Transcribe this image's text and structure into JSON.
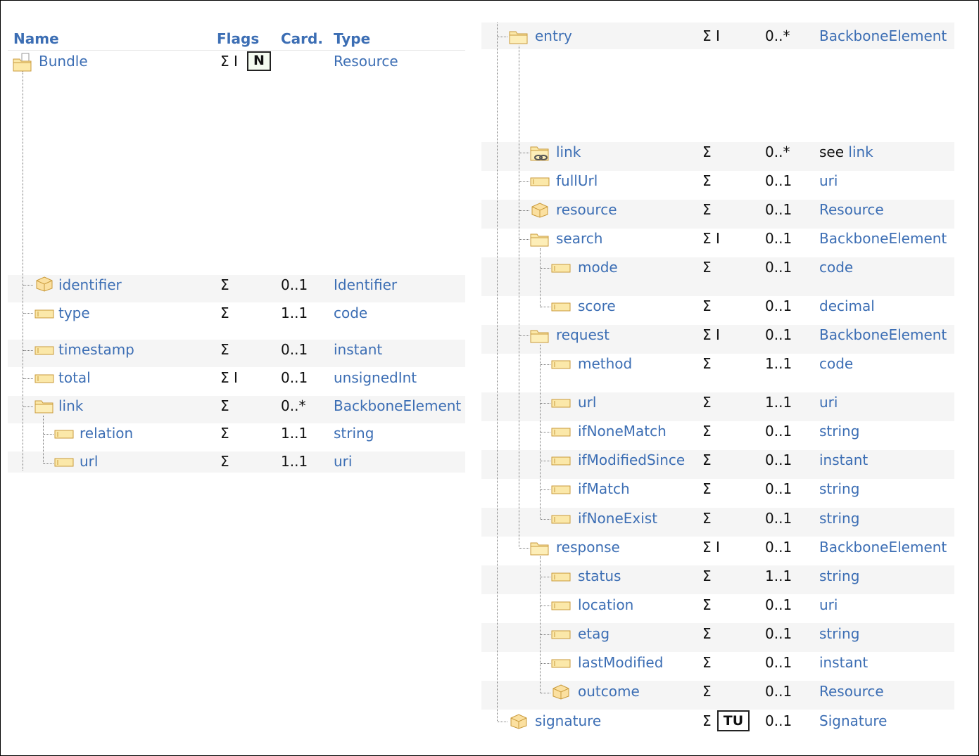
{
  "headers": {
    "name": "Name",
    "flags": "Flags",
    "card": "Card.",
    "type": "Type"
  },
  "left_rows": [
    {
      "name": "Bundle",
      "flags": "Σ I",
      "badge": "N",
      "card": "",
      "type": "Resource",
      "icon": "resource-folder-icon"
    },
    {
      "name": "identifier",
      "flags": "Σ",
      "card": "0..1",
      "type": "Identifier",
      "icon": "datatype-cube-icon"
    },
    {
      "name": "type",
      "flags": "Σ",
      "card": "1..1",
      "type": "code",
      "icon": "primitive-element-icon"
    },
    {
      "name": "timestamp",
      "flags": "Σ",
      "card": "0..1",
      "type": "instant",
      "icon": "primitive-element-icon"
    },
    {
      "name": "total",
      "flags": "Σ I",
      "card": "0..1",
      "type": "unsignedInt",
      "icon": "primitive-element-icon"
    },
    {
      "name": "link",
      "flags": "Σ",
      "card": "0..*",
      "type": "BackboneElement",
      "icon": "folder-icon"
    },
    {
      "name": "relation",
      "flags": "Σ",
      "card": "1..1",
      "type": "string",
      "icon": "primitive-element-icon"
    },
    {
      "name": "url",
      "flags": "Σ",
      "card": "1..1",
      "type": "uri",
      "icon": "primitive-element-icon"
    }
  ],
  "right_rows": [
    {
      "name": "entry",
      "flags": "Σ I",
      "card": "0..*",
      "type": "BackboneElement",
      "icon": "folder-icon"
    },
    {
      "name": "link",
      "flags": "Σ",
      "card": "0..*",
      "type_prefix": "see ",
      "type": "link",
      "icon": "reference-folder-icon"
    },
    {
      "name": "fullUrl",
      "flags": "Σ",
      "card": "0..1",
      "type": "uri",
      "icon": "primitive-element-icon"
    },
    {
      "name": "resource",
      "flags": "Σ",
      "card": "0..1",
      "type": "Resource",
      "icon": "datatype-cube-icon"
    },
    {
      "name": "search",
      "flags": "Σ I",
      "card": "0..1",
      "type": "BackboneElement",
      "icon": "folder-icon"
    },
    {
      "name": "mode",
      "flags": "Σ",
      "card": "0..1",
      "type": "code",
      "icon": "primitive-element-icon"
    },
    {
      "name": "score",
      "flags": "Σ",
      "card": "0..1",
      "type": "decimal",
      "icon": "primitive-element-icon"
    },
    {
      "name": "request",
      "flags": "Σ I",
      "card": "0..1",
      "type": "BackboneElement",
      "icon": "folder-icon"
    },
    {
      "name": "method",
      "flags": "Σ",
      "card": "1..1",
      "type": "code",
      "icon": "primitive-element-icon"
    },
    {
      "name": "url",
      "flags": "Σ",
      "card": "1..1",
      "type": "uri",
      "icon": "primitive-element-icon"
    },
    {
      "name": "ifNoneMatch",
      "flags": "Σ",
      "card": "0..1",
      "type": "string",
      "icon": "primitive-element-icon"
    },
    {
      "name": "ifModifiedSince",
      "flags": "Σ",
      "card": "0..1",
      "type": "instant",
      "icon": "primitive-element-icon"
    },
    {
      "name": "ifMatch",
      "flags": "Σ",
      "card": "0..1",
      "type": "string",
      "icon": "primitive-element-icon"
    },
    {
      "name": "ifNoneExist",
      "flags": "Σ",
      "card": "0..1",
      "type": "string",
      "icon": "primitive-element-icon"
    },
    {
      "name": "response",
      "flags": "Σ I",
      "card": "0..1",
      "type": "BackboneElement",
      "icon": "folder-icon"
    },
    {
      "name": "status",
      "flags": "Σ",
      "card": "1..1",
      "type": "string",
      "icon": "primitive-element-icon"
    },
    {
      "name": "location",
      "flags": "Σ",
      "card": "0..1",
      "type": "uri",
      "icon": "primitive-element-icon"
    },
    {
      "name": "etag",
      "flags": "Σ",
      "card": "0..1",
      "type": "string",
      "icon": "primitive-element-icon"
    },
    {
      "name": "lastModified",
      "flags": "Σ",
      "card": "0..1",
      "type": "instant",
      "icon": "primitive-element-icon"
    },
    {
      "name": "outcome",
      "flags": "Σ",
      "card": "0..1",
      "type": "Resource",
      "icon": "datatype-cube-icon"
    },
    {
      "name": "signature",
      "flags": "Σ",
      "badge": "TU",
      "card": "0..1",
      "type": "Signature",
      "icon": "datatype-cube-icon"
    }
  ],
  "colors": {
    "link": "#3c6eb4",
    "band": "#f5f5f5",
    "icon_fill": "#fbe8a9",
    "icon_stroke": "#c99a3b"
  }
}
